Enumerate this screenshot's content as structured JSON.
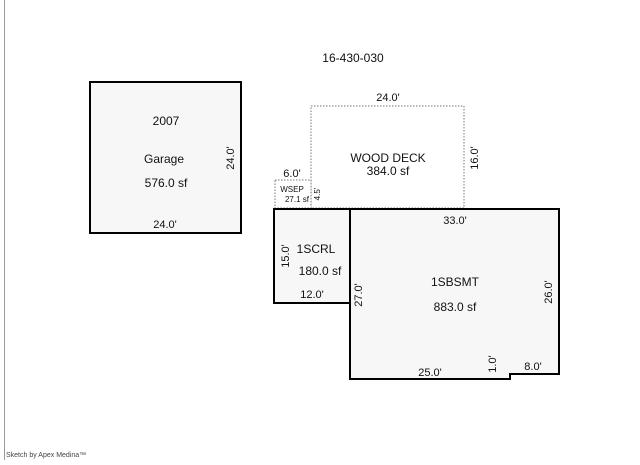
{
  "sketch_id": "16-430-030",
  "garage": {
    "year": "2007",
    "name": "Garage",
    "area": "576.0 sf",
    "dim_right": "24.0'",
    "dim_bottom": "24.0'"
  },
  "wood_deck": {
    "name": "WOOD DECK",
    "area": "384.0 sf",
    "dim_top": "24.0'",
    "dim_right": "16.0'"
  },
  "wsep": {
    "name": "WSEP",
    "area": "27.1 sf",
    "dim_top": "6.0'",
    "dim_right": "4.5'"
  },
  "scrl": {
    "name": "1SCRL",
    "area": "180.0 sf",
    "dim_left": "15.0'",
    "dim_bottom": "12.0'"
  },
  "bsmt": {
    "name": "1SBSMT",
    "area": "883.0 sf",
    "dim_top": "33.0'",
    "dim_left": "27.0'",
    "dim_right": "26.0'",
    "dim_bottom": "25.0'",
    "dim_notch_v": "1.0'",
    "dim_notch_h": "8.0'"
  },
  "credit": "Sketch by Apex Medina™"
}
